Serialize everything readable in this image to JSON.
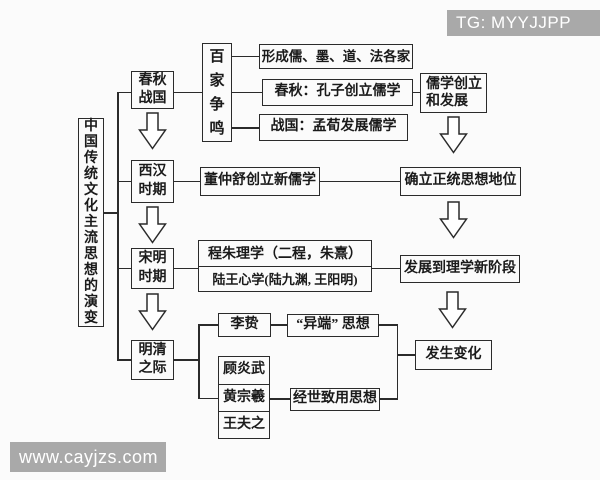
{
  "watermarks": {
    "top_right": "TG: MYYJJPP",
    "bottom_left": "www.cayjzs.com",
    "background": "#a9a9a9",
    "text_color": "#ffffff"
  },
  "diagram": {
    "title": "中国传统文化主流思想的演变",
    "periods": [
      {
        "label": "春秋\n战国"
      },
      {
        "label": "西汉\n时期"
      },
      {
        "label": "宋明\n时期"
      },
      {
        "label": "明清\n之际"
      }
    ],
    "hundred_schools": {
      "label": "百家争鸣"
    },
    "outcomes": [
      {
        "label": "形成儒、墨、道、法各家"
      },
      {
        "label": "春秋：孔子创立儒学"
      },
      {
        "label": "战国：孟荀发展儒学"
      }
    ],
    "results": {
      "founding": "儒学创立\n和发展",
      "orthodox": "确立正统思想地位",
      "new_stage": "发展到理学新阶段",
      "change": "发生变化"
    },
    "xihan_event": "董仲舒创立新儒学",
    "songming": {
      "chengzhu": "程朱理学（二程，朱熹）",
      "luwang": "陆王心学(陆九渊, 王阳明)"
    },
    "mingqing": {
      "li_zhi": "李贽",
      "heresy": "“异端” 思想",
      "gu_yanwu": "顾炎武",
      "huang_zongxi": "黄宗羲",
      "wang_fuzhi": "王夫之",
      "practical": "经世致用思想"
    },
    "icons": {
      "down_arrow": "⇩"
    },
    "colors": {
      "line": "#2b2b2b",
      "background": "#fbfbfb"
    }
  }
}
